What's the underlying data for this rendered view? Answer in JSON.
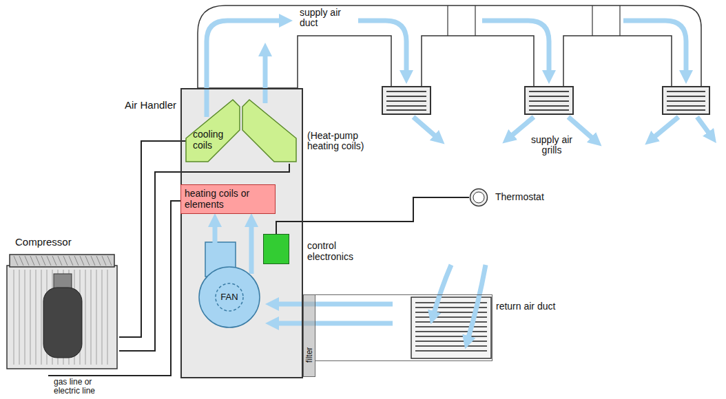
{
  "diagram": {
    "nodes": [
      {
        "text": [
          "Air Handler"
        ]
      },
      {
        "text": [
          "cooling coils"
        ],
        "in": 0
      },
      {
        "text": [
          "heating coils or elements"
        ],
        "in": 0
      },
      {
        "text": [
          "control electronics"
        ],
        "in": 0
      },
      {
        "text": [
          "FAN"
        ],
        "in": 0
      },
      {
        "text": [
          "Thermostat"
        ]
      },
      {
        "text": [
          "Compressor"
        ]
      },
      {
        "text": [
          "filter"
        ]
      },
      {
        "text": [
          "return air duct"
        ]
      }
    ],
    "edges": [
      {
        "from": 6,
        "to": 1,
        "arrow": "none"
      },
      {
        "from": 3,
        "to": 5,
        "arrow": "none"
      }
    ],
    "labels": [
      "supply air duct",
      "(Heat-pump heating coils)",
      "supply air grills",
      "gas line or electric line"
    ]
  }
}
